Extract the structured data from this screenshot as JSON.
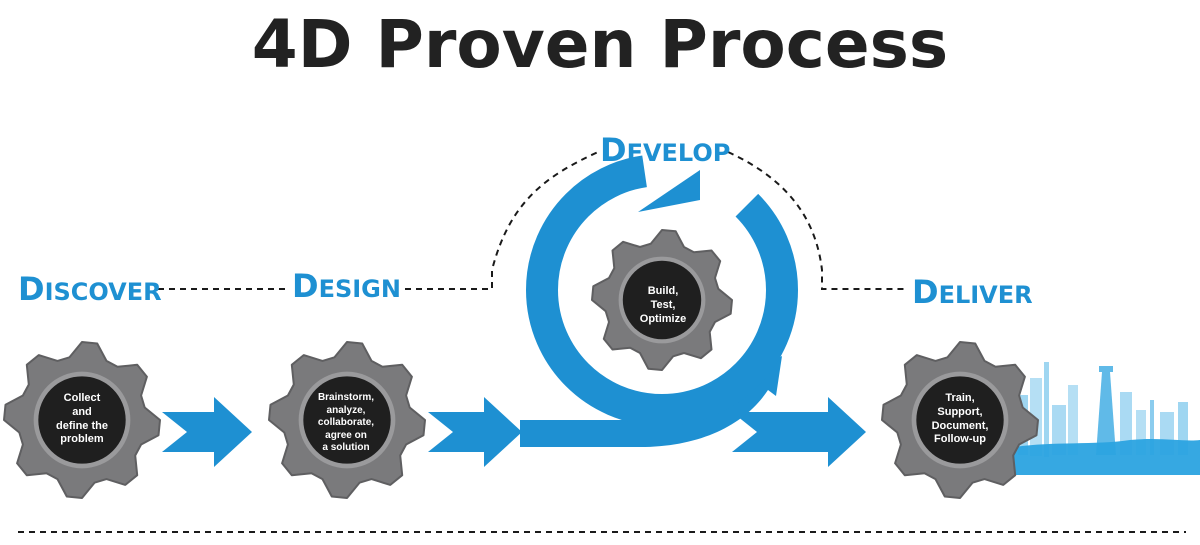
{
  "title": "4D Proven Process",
  "colors": {
    "accent": "#1e90d2",
    "gear": "#7a7a7c",
    "gear_core": "#1f1f1f",
    "text": "#222222"
  },
  "stages": [
    {
      "first": "D",
      "rest": "iscover",
      "description": "Collect\nand\ndefine the\nproblem"
    },
    {
      "first": "D",
      "rest": "esign",
      "description": "Brainstorm,\nanalyze,\ncollaborate,\nagree on\na solution"
    },
    {
      "first": "D",
      "rest": "evelop",
      "description": "Build,\nTest,\nOptimize"
    },
    {
      "first": "D",
      "rest": "eliver",
      "description": "Train,\nSupport,\nDocument,\nFollow-up"
    }
  ]
}
